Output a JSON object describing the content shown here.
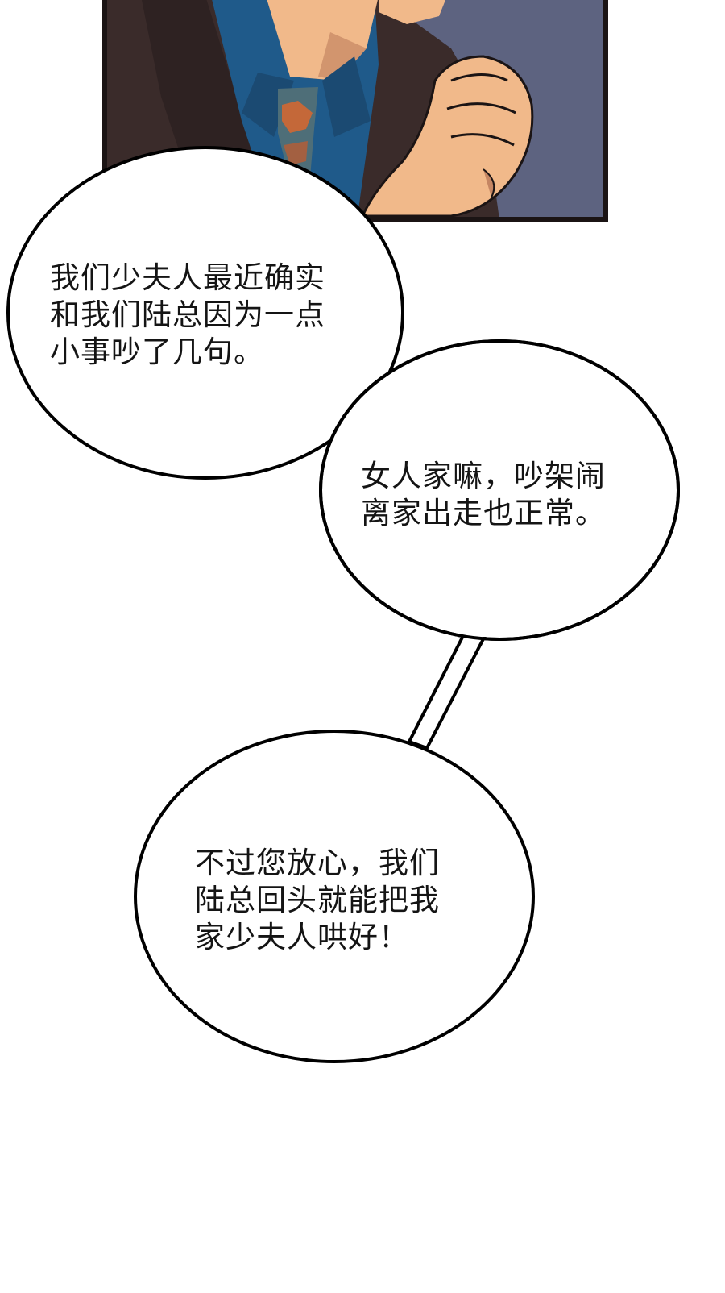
{
  "panel": {
    "scene": "man-in-dark-suit-blue-shirt-patterned-tie-adjusting-cuff",
    "colors": {
      "frame": "#1b1414",
      "background": "#5d6380",
      "suit": "#3a2b2a",
      "shirt": "#1f5a8a",
      "tie": "#4e6e78",
      "skin": "#f1b98a",
      "skin_shadow": "#c58663"
    }
  },
  "bubbles": [
    {
      "lines": [
        "我们少夫人最近确实",
        "和我们陆总因为一点",
        "小事吵了几句。"
      ]
    },
    {
      "lines": [
        "女人家嘛，吵架闹",
        "离家出走也正常。"
      ]
    },
    {
      "lines": [
        "不过您放心，我们",
        "陆总回头就能把我",
        "家少夫人哄好！"
      ]
    }
  ]
}
